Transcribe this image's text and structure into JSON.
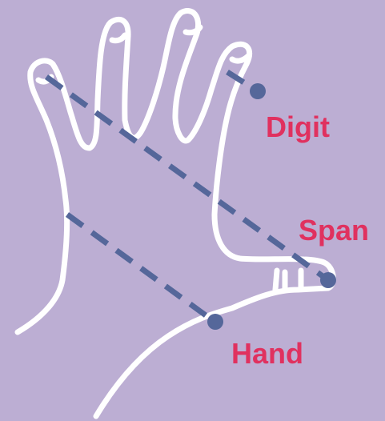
{
  "diagram": {
    "labels": {
      "digit": "Digit",
      "span": "Span",
      "hand": "Hand"
    },
    "colors": {
      "background": "#bcaed3",
      "outline": "#ffffff",
      "measure_line": "#55679a",
      "label": "#e0315f"
    },
    "icons": {
      "hand": "hand-outline-icon"
    }
  }
}
